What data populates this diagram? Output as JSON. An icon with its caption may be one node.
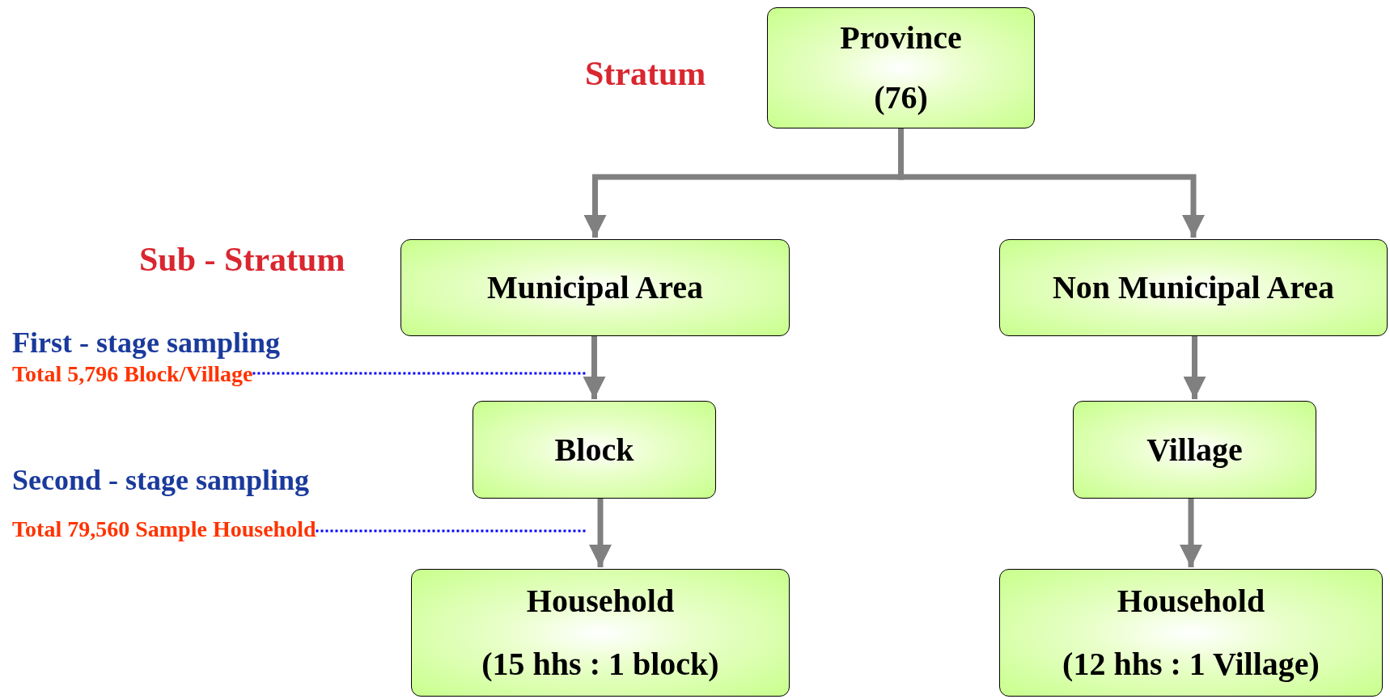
{
  "diagram": {
    "nodes": [
      {
        "text": [
          "Province",
          "(76)"
        ]
      },
      {
        "text": [
          "Municipal Area"
        ]
      },
      {
        "text": [
          "Non Municipal Area"
        ]
      },
      {
        "text": [
          "Block"
        ]
      },
      {
        "text": [
          "Village"
        ]
      },
      {
        "text": [
          "Household",
          "(15 hhs : 1 block)"
        ]
      },
      {
        "text": [
          "Household",
          "(12 hhs : 1 Village)"
        ]
      },
      {
        "text": [
          "Total 5,796 Block/Village"
        ]
      },
      {
        "text": [
          "Total 79,560 Sample Household"
        ]
      }
    ],
    "edges": [
      {
        "from": 0,
        "to": 1,
        "arrow": "to"
      },
      {
        "from": 0,
        "to": 2,
        "arrow": "to"
      },
      {
        "from": 1,
        "to": 3,
        "arrow": "to"
      },
      {
        "from": 2,
        "to": 4,
        "arrow": "to"
      },
      {
        "from": 3,
        "to": 5,
        "arrow": "to"
      },
      {
        "from": 4,
        "to": 6,
        "arrow": "to"
      },
      {
        "from": 7,
        "to": null,
        "arrow": "none",
        "style": "dashed",
        "color": "#0000ff"
      },
      {
        "from": 8,
        "to": null,
        "arrow": "none",
        "style": "dashed",
        "color": "#0000ff"
      }
    ],
    "labels": [
      "Stratum",
      "Sub - Stratum",
      "First - stage sampling",
      "Second - stage sampling"
    ]
  }
}
